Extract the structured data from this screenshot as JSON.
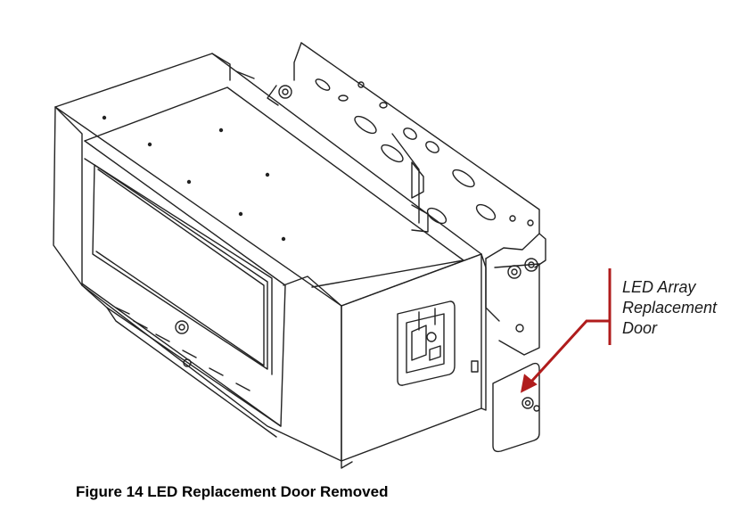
{
  "figure": {
    "caption": "Figure 14  LED Replacement Door Removed",
    "callout_lines": [
      "LED Array",
      "Replacement",
      "Door"
    ]
  },
  "colors": {
    "line": "#222222",
    "leader": "#b01c1c",
    "background": "#ffffff"
  }
}
